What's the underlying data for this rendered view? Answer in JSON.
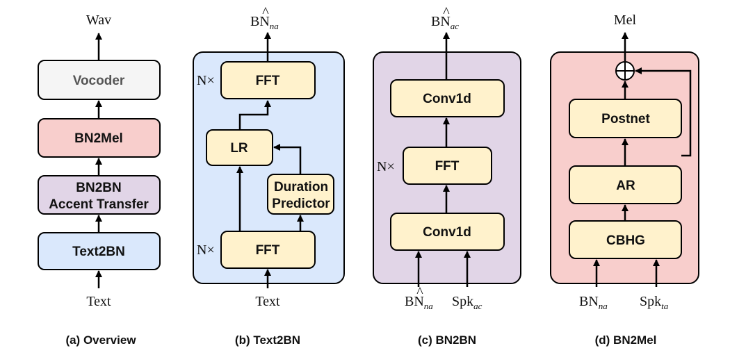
{
  "colors": {
    "panel_b": "#dae8fc",
    "panel_c": "#e1d5e7",
    "panel_d": "#f8cecc",
    "block_yellow": "#fff2cc",
    "block_grey": "#f5f5f5",
    "block_red": "#f8cecc",
    "block_purple": "#e1d5e7",
    "block_blue": "#dae8fc"
  },
  "overview": {
    "output": "Wav",
    "vocoder": "Vocoder",
    "bn2mel": "BN2Mel",
    "bn2bn_line1": "BN2BN",
    "bn2bn_line2": "Accent Transfer",
    "text2bn": "Text2BN",
    "input": "Text",
    "caption": "(a) Overview"
  },
  "text2bn": {
    "output_base": "BN",
    "output_hat": "^",
    "output_sub": "na",
    "fft_top": "FFT",
    "fft_top_repeat": "N×",
    "lr": "LR",
    "duration_line1": "Duration",
    "duration_line2": "Predictor",
    "fft_bottom": "FFT",
    "fft_bottom_repeat": "N×",
    "input": "Text",
    "caption": "(b) Text2BN"
  },
  "bn2bn": {
    "output_base": "BN",
    "output_hat": "^",
    "output_sub": "ac",
    "conv_top": "Conv1d",
    "fft": "FFT",
    "fft_repeat": "N×",
    "conv_bottom": "Conv1d",
    "input1_base": "BN",
    "input1_hat": "^",
    "input1_sub": "na",
    "input2_base": "Spk",
    "input2_sub": "ac",
    "caption": "(c) BN2BN"
  },
  "bn2mel": {
    "output": "Mel",
    "plus_symbol": "⊕",
    "postnet": "Postnet",
    "ar": "AR",
    "cbhg": "CBHG",
    "input1_base": "BN",
    "input1_sub": "na",
    "input2_base": "Spk",
    "input2_sub": "ta",
    "caption": "(d) BN2Mel"
  }
}
